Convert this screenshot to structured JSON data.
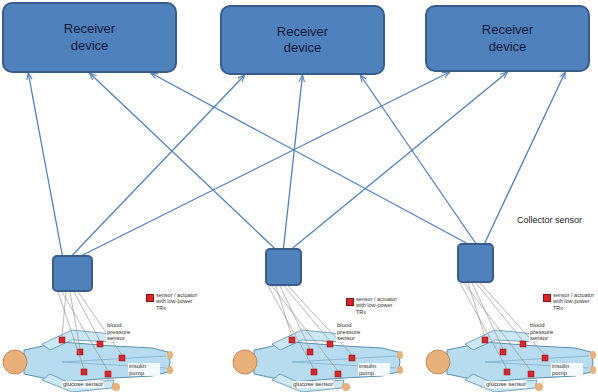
{
  "diagram": {
    "nodes": [
      {
        "text": [
          "Receiver device"
        ]
      },
      {
        "text": [
          "Receiver device"
        ]
      },
      {
        "text": [
          "Receiver device"
        ]
      },
      {
        "text": []
      },
      {
        "text": []
      },
      {
        "text": [
          "Collector sensor"
        ]
      }
    ],
    "edges": [
      {
        "from": 3,
        "to": 0,
        "arrow": "to"
      },
      {
        "from": 3,
        "to": 1,
        "arrow": "to"
      },
      {
        "from": 3,
        "to": 2,
        "arrow": "to"
      },
      {
        "from": 4,
        "to": 0,
        "arrow": "to"
      },
      {
        "from": 4,
        "to": 1,
        "arrow": "to"
      },
      {
        "from": 4,
        "to": 2,
        "arrow": "to"
      },
      {
        "from": 5,
        "to": 0,
        "arrow": "to"
      },
      {
        "from": 5,
        "to": 1,
        "arrow": "to"
      },
      {
        "from": 5,
        "to": 2,
        "arrow": "to"
      }
    ],
    "labels": [
      "blood pressure sensor",
      "insulin pump",
      "glucose sensor",
      "blood pressure sensor",
      "insulin pump",
      "glucose sensor",
      "blood pressure sensor",
      "insulin pump",
      "glucose sensor"
    ],
    "legend": [
      {
        "text": "sensor / actuator with low-power TRx",
        "color": "#d9262b"
      },
      {
        "text": "sensor / actuator with low-power TRx",
        "color": "#d9262b"
      },
      {
        "text": "sensor / actuator with low-power TRx",
        "color": "#d9262b"
      }
    ]
  }
}
